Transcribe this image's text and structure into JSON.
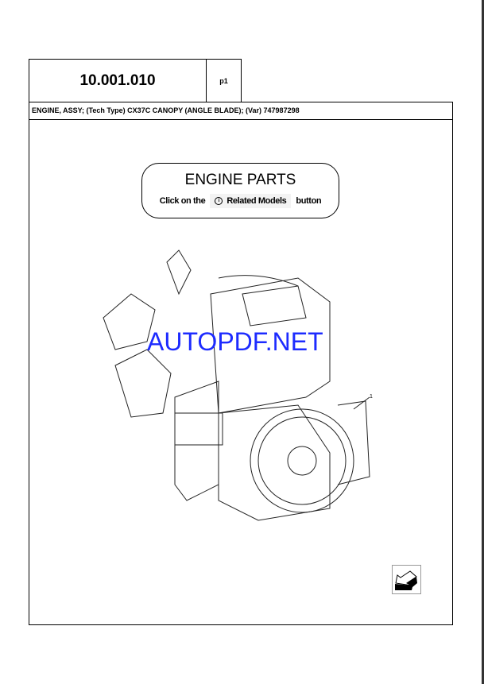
{
  "header": {
    "section_number": "10.001.010",
    "page": "p1"
  },
  "title": "ENGINE, ASSY; (Tech Type) CX37C CANOPY (ANGLE BLADE); (Var) 747987298",
  "notice": {
    "heading": "ENGINE PARTS",
    "prefix": "Click on the",
    "button_label": "Related Models",
    "suffix": "button"
  },
  "illustration": {
    "callout": "1"
  },
  "watermark": "AUTOPDF.NET"
}
